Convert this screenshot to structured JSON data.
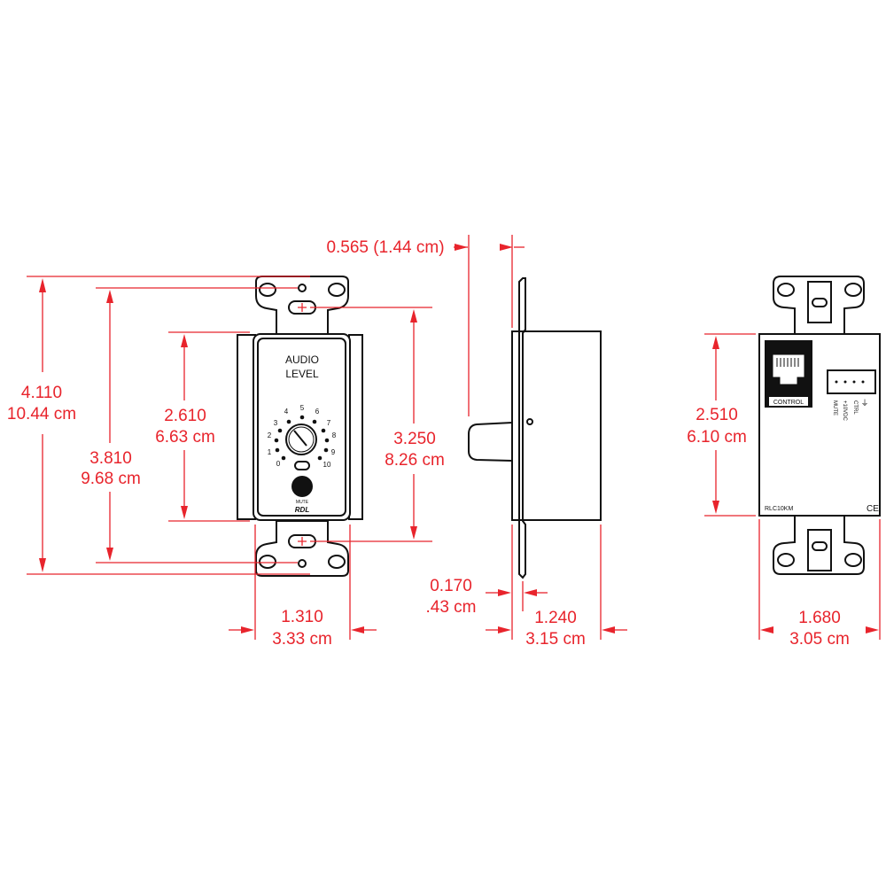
{
  "front_view": {
    "title_line1": "AUDIO",
    "title_line2": "LEVEL",
    "scale": [
      "0",
      "1",
      "2",
      "3",
      "4",
      "5",
      "6",
      "7",
      "8",
      "9",
      "10"
    ],
    "mute_label": "MUTE",
    "brand": "RDL"
  },
  "back_view": {
    "connector_label": "CONTROL",
    "terminal_labels": [
      "MUTE",
      "+10VDC",
      "CTRL",
      "⏚"
    ],
    "model": "RLC10KM",
    "ce_mark": "CE"
  },
  "dimensions": {
    "overall_height": {
      "in": "4.110",
      "cm": "10.44 cm"
    },
    "mount_hole_spacing": {
      "in": "3.810",
      "cm": "9.68 cm"
    },
    "panel_height": {
      "in": "2.610",
      "cm": "6.63 cm"
    },
    "screw_spacing": {
      "in": "3.250",
      "cm": "8.26 cm"
    },
    "panel_width": {
      "in": "1.310",
      "cm": "3.33 cm"
    },
    "knob_depth": {
      "text": "0.565 (1.44 cm)"
    },
    "plate_thickness": {
      "in": "0.170",
      "cm": ".43 cm"
    },
    "body_depth": {
      "in": "1.240",
      "cm": "3.15 cm"
    },
    "back_height": {
      "in": "2.510",
      "cm": "6.10 cm"
    },
    "back_width": {
      "in": "1.680",
      "cm": "3.05 cm"
    }
  },
  "colors": {
    "dimension": "#e8242c",
    "outline": "#111111"
  }
}
